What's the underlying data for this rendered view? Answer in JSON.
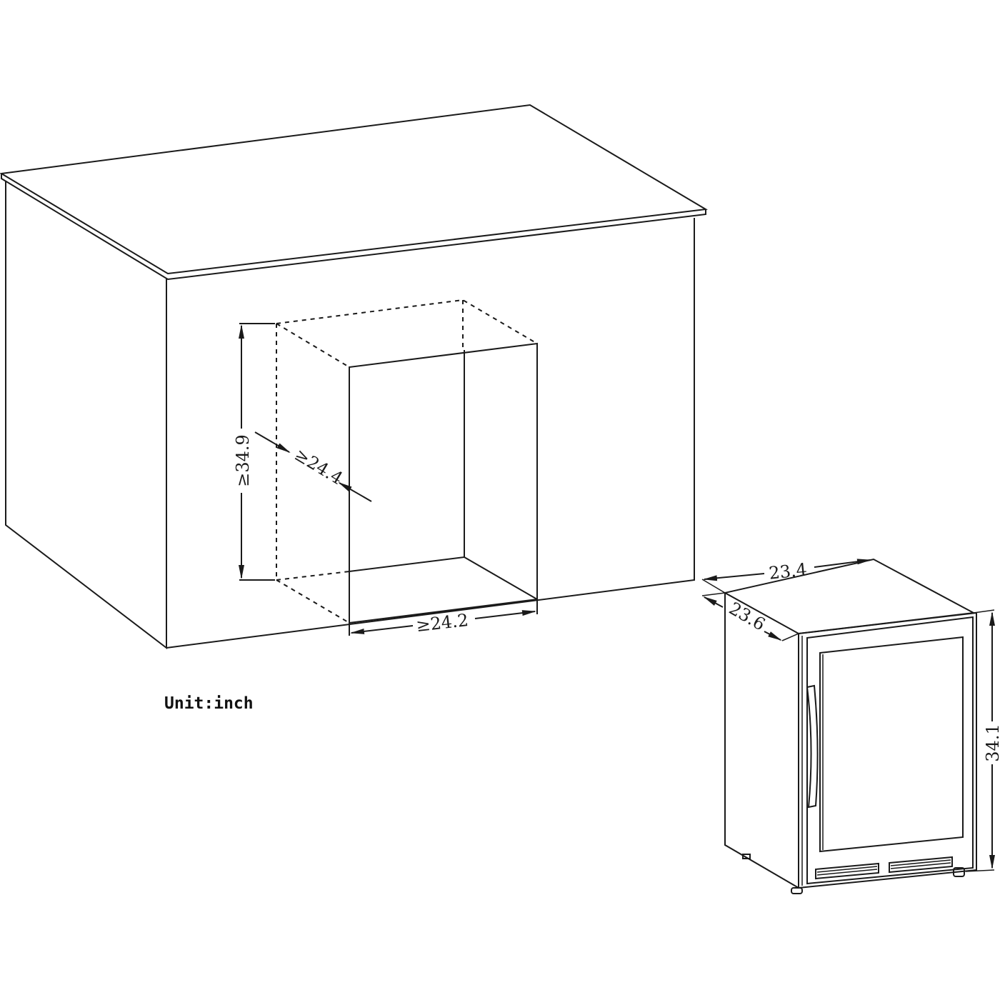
{
  "unit_label": "Unit:inch",
  "cutout": {
    "height": "≥34.9",
    "depth": "≥24.4",
    "width": "≥24.2"
  },
  "appliance": {
    "width": "23.4",
    "depth": "23.6",
    "height": "34.1"
  }
}
